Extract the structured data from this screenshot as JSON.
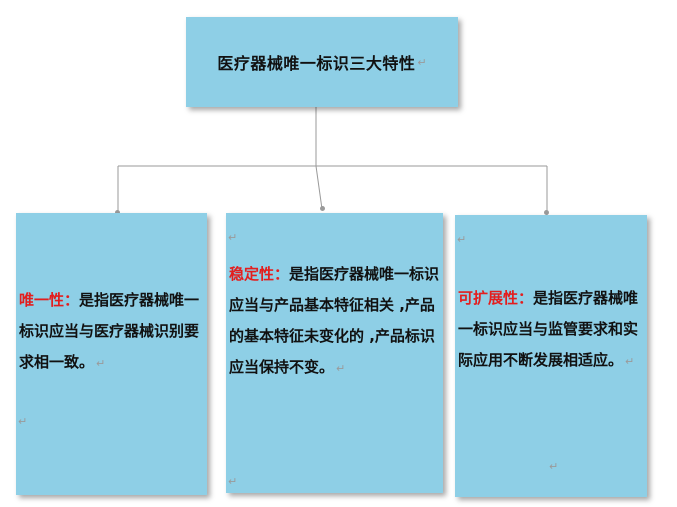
{
  "top": {
    "title": "医疗器械唯一标识三大特性"
  },
  "properties": [
    {
      "term": "唯一性：",
      "desc": "是指医疗器械唯一标识应当与医疗器械识别要求相一致。"
    },
    {
      "term": "稳定性：",
      "desc": "是指医疗器械唯一标识应当与产品基本特征相关 ,产品的基本特征未变化的 ,产品标识应当保持不变。"
    },
    {
      "term": "可扩展性：",
      "desc": "是指医疗器械唯一标识应当与监管要求和实际应用不断发展相适应。"
    }
  ],
  "marks": {
    "paragraph": "↵"
  },
  "colors": {
    "box_fill": "#8ecfe6",
    "term_red": "#e31e1e",
    "connector": "#9a9a9a"
  }
}
